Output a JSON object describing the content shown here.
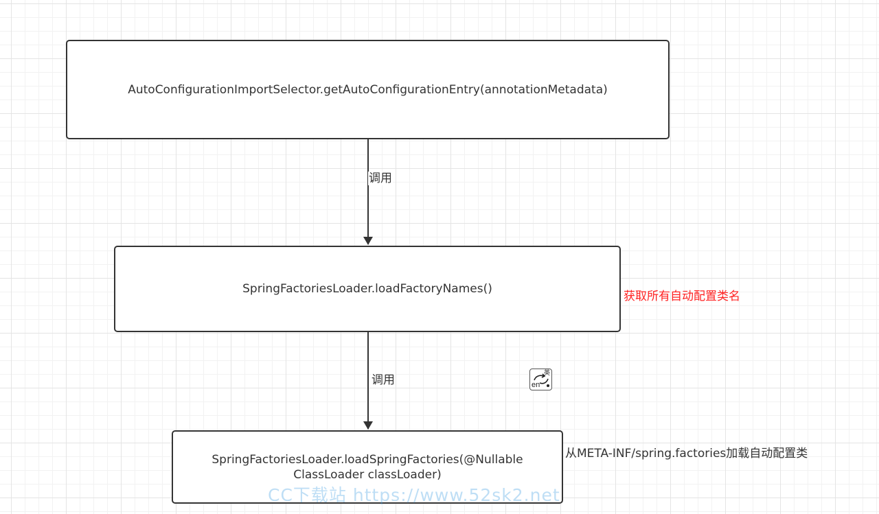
{
  "diagram": {
    "nodes": [
      {
        "id": "auto-config-selector",
        "label": "AutoConfigurationImportSelector.getAutoConfigurationEntry(annotationMetadata)"
      },
      {
        "id": "load-factory-names",
        "label": "SpringFactoriesLoader.loadFactoryNames()"
      },
      {
        "id": "load-spring-factories",
        "label": "SpringFactoriesLoader.loadSpringFactories(@Nullable ClassLoader classLoader)"
      }
    ],
    "edges": [
      {
        "from": "auto-config-selector",
        "to": "load-factory-names",
        "label": "调用"
      },
      {
        "from": "load-factory-names",
        "to": "load-spring-factories",
        "label": "调用"
      }
    ],
    "notes": [
      {
        "for": "load-factory-names",
        "text": "获取所有自动配置类名",
        "color": "#ff2222"
      },
      {
        "for": "load-spring-factories",
        "text": "从META-INF/spring.factories加载自动配置类",
        "color": "#333333"
      }
    ]
  },
  "ime_indicator": {
    "en": "en",
    "zh": "英"
  },
  "watermark": {
    "text": "CC下载站 https://www.52sk2.net"
  },
  "colors": {
    "line": "#333333",
    "note_highlight": "#ff2222",
    "watermark": "#46a0e1"
  }
}
